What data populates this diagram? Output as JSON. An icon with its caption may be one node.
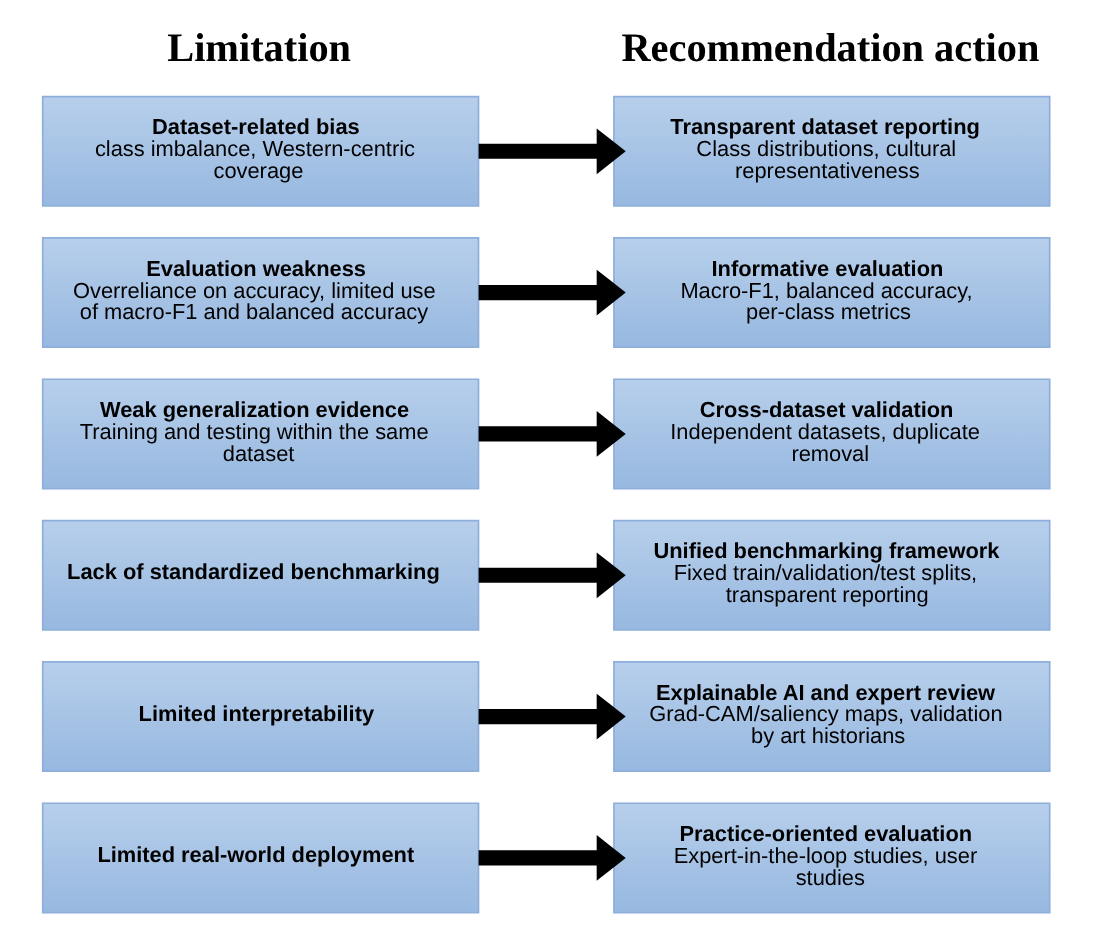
{
  "diagram": {
    "nodes": [
      {
        "text": [
          "Dataset-related bias",
          "class imbalance, Western-centric coverage"
        ]
      },
      {
        "text": [
          "Transparent dataset reporting",
          "Class distributions, cultural representativeness"
        ]
      },
      {
        "text": [
          "Evaluation weakness",
          "Overreliance on accuracy, limited use of macro-F1 and balanced accuracy"
        ]
      },
      {
        "text": [
          "Informative evaluation",
          "Macro-F1, balanced accuracy, per-class metrics"
        ]
      },
      {
        "text": [
          "Weak generalization evidence",
          "Training and testing within the same dataset"
        ]
      },
      {
        "text": [
          "Cross-dataset validation",
          "Independent datasets, duplicate removal"
        ]
      },
      {
        "text": [
          "Lack of standardized benchmarking"
        ]
      },
      {
        "text": [
          "Unified benchmarking framework",
          "Fixed train/validation/test splits, transparent reporting"
        ]
      },
      {
        "text": [
          "Limited interpretability"
        ]
      },
      {
        "text": [
          "Explainable AI and expert review",
          "Grad-CAM/saliency maps, validation by art historians"
        ]
      },
      {
        "text": [
          "Limited real-world deployment"
        ]
      },
      {
        "text": [
          "Practice-oriented evaluation",
          "Expert-in-the-loop studies, user studies"
        ]
      }
    ],
    "edges": [
      {
        "from": 0,
        "to": 1,
        "arrow": "to"
      },
      {
        "from": 2,
        "to": 3,
        "arrow": "to"
      },
      {
        "from": 4,
        "to": 5,
        "arrow": "to"
      },
      {
        "from": 6,
        "to": 7,
        "arrow": "to"
      },
      {
        "from": 8,
        "to": 9,
        "arrow": "to"
      },
      {
        "from": 10,
        "to": 11,
        "arrow": "to"
      }
    ],
    "labels": [
      "Limitation",
      "Recommendation action"
    ]
  }
}
